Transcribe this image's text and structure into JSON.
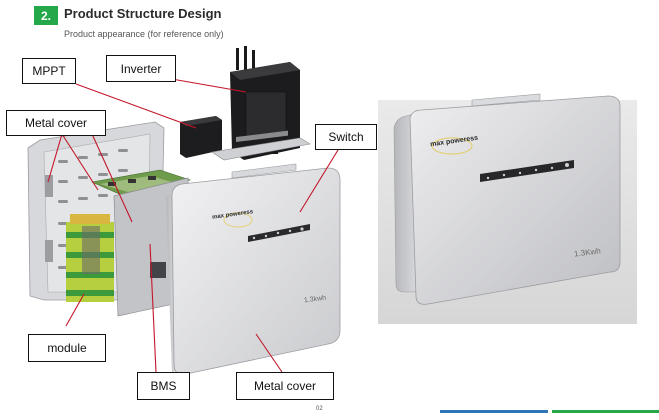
{
  "header": {
    "section_number": "2.",
    "section_title": "Product Structure Design",
    "subtitle": "Product appearance (for reference only)"
  },
  "callouts": {
    "mppt": "MPPT",
    "inverter": "Inverter",
    "metal_cover_top": "Metal cover",
    "switch": "Switch",
    "module": "module",
    "bms": "BMS",
    "metal_cover_bottom": "Metal cover"
  },
  "product": {
    "brand": "max poweress",
    "capacity_exploded": "1.3kwh",
    "capacity_photo": "1.3Kwh"
  },
  "footer": {
    "page_number": "02",
    "rule_colors": [
      "#2e75b6",
      "#25a84a"
    ]
  }
}
